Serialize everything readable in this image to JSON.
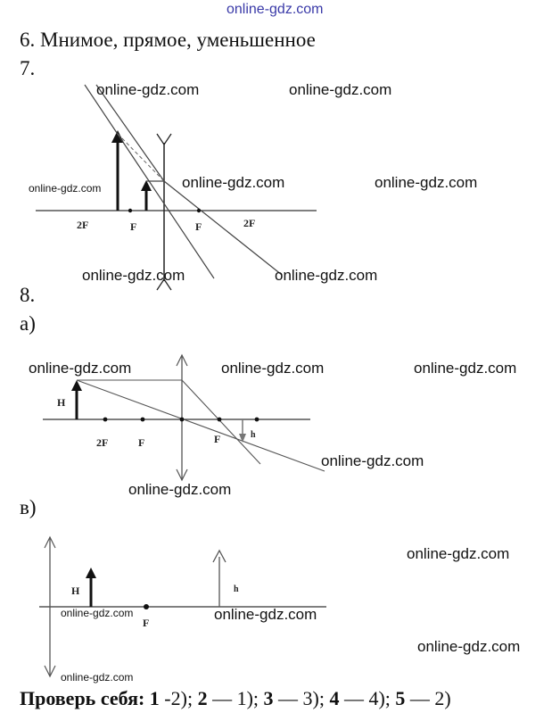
{
  "header": {
    "watermark": "online-gdz.com"
  },
  "answers": {
    "item6": "6. Мнимое, прямое, уменьшенное",
    "item7": "7.",
    "item8": "8.",
    "part_a": "а)",
    "part_v": "в)"
  },
  "fig7": {
    "labels": {
      "f2_left": "2F",
      "f_left": "F",
      "f_right": "F",
      "f2_right": "2F"
    }
  },
  "fig8a": {
    "labels": {
      "H": "H",
      "f2": "2F",
      "f": "F",
      "f_right": "F",
      "h": "h"
    }
  },
  "fig8v": {
    "labels": {
      "H": "H",
      "F": "F",
      "h": "h"
    }
  },
  "watermarks": {
    "w1": "online-gdz.com",
    "w2": "online-gdz.com",
    "w3": "online-gdz.com",
    "w4": "online-gdz.com",
    "w5": "online-gdz.com",
    "w6": "online-gdz.com",
    "w7": "online-gdz.com",
    "w8": "online-gdz.com",
    "w9": "online-gdz.com",
    "w10": "online-gdz.com",
    "w11": "online-gdz.com",
    "w12": "online-gdz.com",
    "w13": "online-gdz.com",
    "w14": "online-gdz.com",
    "w15": "online-gdz.com",
    "w16": "online-gdz.com",
    "w17": "online-gdz.com"
  },
  "check": {
    "label": "Проверь себя:",
    "n1": "1",
    "a1": " -2); ",
    "n2": "2",
    "a2": " — 1); ",
    "n3": "3",
    "a3": " — 3); ",
    "n4": "4",
    "a4": " — 4); ",
    "n5": "5",
    "a5": " — 2)"
  }
}
